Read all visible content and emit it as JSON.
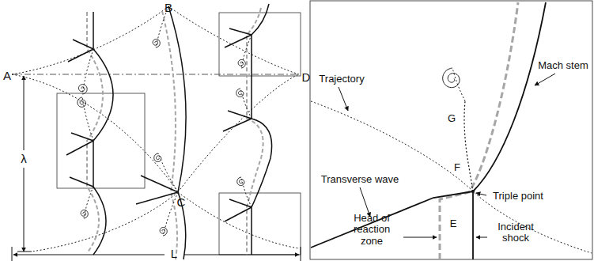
{
  "diagram": {
    "labels": [
      "B",
      "A",
      "D",
      "λ",
      "C",
      "L",
      "Trajectory",
      "G",
      "Mach stem",
      "F",
      "Triple point",
      "Transverse wave",
      "E",
      "Head of reaction zone",
      "Incident shock"
    ]
  }
}
